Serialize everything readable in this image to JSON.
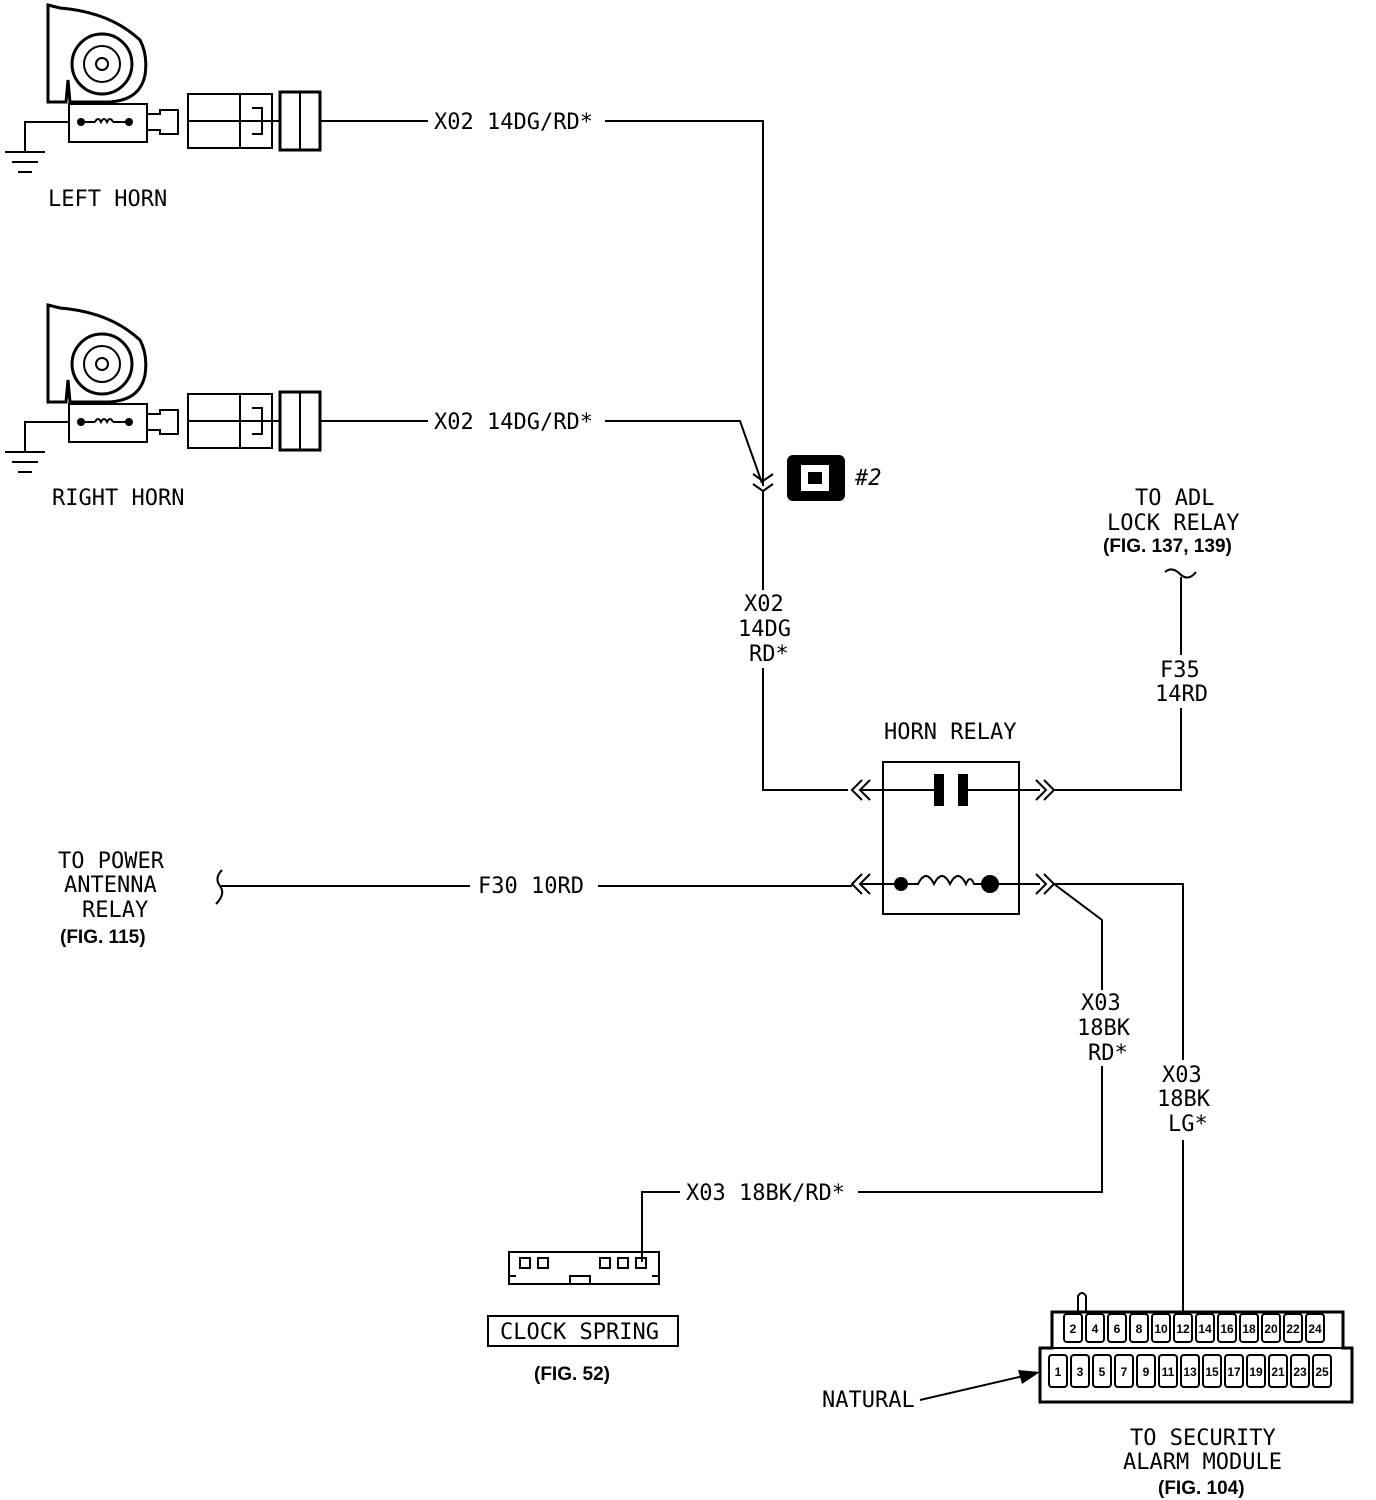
{
  "components": {
    "left_horn": "LEFT HORN",
    "right_horn": "RIGHT HORN",
    "splice": "#2",
    "horn_relay": "HORN RELAY",
    "clock_spring": "CLOCK SPRING",
    "natural": "NATURAL"
  },
  "refs": {
    "adl_title": "TO ADL",
    "adl_title2": "LOCK RELAY",
    "adl_fig": "(FIG. 137, 139)",
    "antenna_1": "TO POWER",
    "antenna_2": "ANTENNA",
    "antenna_3": "RELAY",
    "antenna_fig": "(FIG. 115)",
    "clock_fig": "(FIG. 52)",
    "security_1": "TO SECURITY",
    "security_2": "ALARM MODULE",
    "security_fig": "(FIG. 104)"
  },
  "wires": {
    "left_horn": "X02 14DG/RD*",
    "right_horn": "X02 14DG/RD*",
    "main_1": "X02",
    "main_2": "14DG",
    "main_3": "RD*",
    "f35_1": "F35",
    "f35_2": "14RD",
    "f30": "F30 10RD",
    "x03a_1": "X03",
    "x03a_2": "18BK",
    "x03a_3": "RD*",
    "x03b_1": "X03",
    "x03b_2": "18BK",
    "x03b_3": "LG*",
    "clock": "X03 18BK/RD*"
  },
  "connector_pins": {
    "top": [
      "2",
      "4",
      "6",
      "8",
      "10",
      "12",
      "14",
      "16",
      "18",
      "20",
      "22",
      "24"
    ],
    "bottom": [
      "1",
      "3",
      "5",
      "7",
      "9",
      "11",
      "13",
      "15",
      "17",
      "19",
      "21",
      "23",
      "25"
    ]
  }
}
